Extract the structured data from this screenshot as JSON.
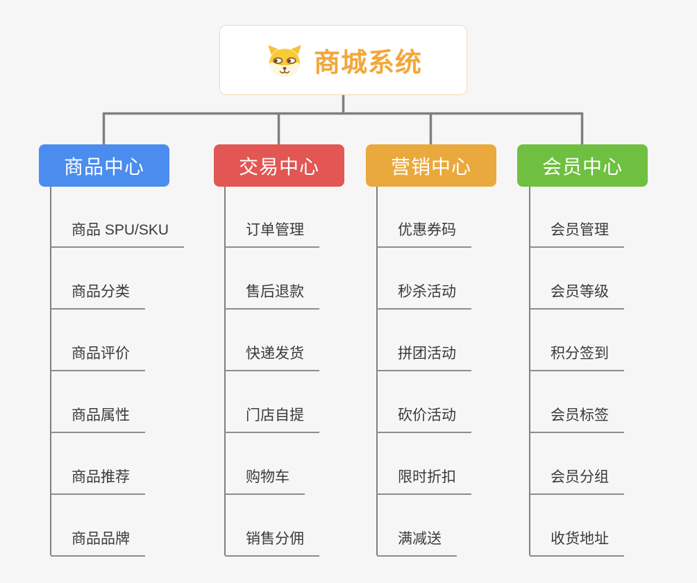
{
  "root": {
    "title": "商城系统",
    "icon": "dog-face-icon"
  },
  "branches": [
    {
      "label": "商品中心",
      "color": "#4A8DEE",
      "children": [
        "商品 SPU/SKU",
        "商品分类",
        "商品评价",
        "商品属性",
        "商品推荐",
        "商品品牌"
      ]
    },
    {
      "label": "交易中心",
      "color": "#E25753",
      "children": [
        "订单管理",
        "售后退款",
        "快递发货",
        "门店自提",
        "购物车",
        "销售分佣"
      ]
    },
    {
      "label": "营销中心",
      "color": "#EAA93C",
      "children": [
        "优惠券码",
        "秒杀活动",
        "拼团活动",
        "砍价活动",
        "限时折扣",
        "满减送"
      ]
    },
    {
      "label": "会员中心",
      "color": "#6FC040",
      "children": [
        "会员管理",
        "会员等级",
        "积分签到",
        "会员标签",
        "会员分组",
        "收货地址"
      ]
    }
  ],
  "colors": {
    "background": "#F6F6F6",
    "connector": "#7F7F7F",
    "underline": "#8C8C8C",
    "item_text": "#3A3A3A",
    "root_accent": "#F2A73B",
    "root_border": "#F0B05A"
  }
}
